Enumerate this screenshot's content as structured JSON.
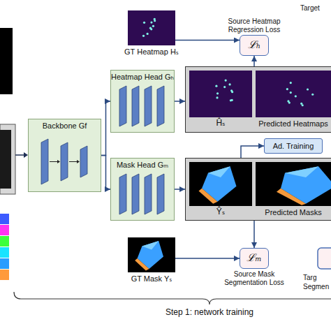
{
  "diagram": {
    "nodes": [
      {
        "text": [
          "GT Heatmap Hₛ"
        ]
      },
      {
        "text": [
          "ℒₕ",
          "Source Heatmap Regression Loss"
        ]
      },
      {
        "text": [
          "Backbone Gf"
        ]
      },
      {
        "text": [
          "Heatmap Head Gₕ"
        ]
      },
      {
        "text": [
          "Mask Head Gₘ"
        ]
      },
      {
        "text": [
          "Ĥₛ",
          "Predicted Heatmaps"
        ]
      },
      {
        "text": [
          "Ad. Training"
        ]
      },
      {
        "text": [
          "Ŷₛ",
          "Predicted Masks"
        ]
      },
      {
        "text": [
          "GT Mask Yₛ"
        ]
      },
      {
        "text": [
          "ℒₘ",
          "Source Mask Segmentation Loss"
        ]
      }
    ],
    "edges": [
      {
        "from": 2,
        "to": 3,
        "arrow": "to"
      },
      {
        "from": 2,
        "to": 4,
        "arrow": "to"
      },
      {
        "from": 3,
        "to": 5,
        "arrow": "to"
      },
      {
        "from": 4,
        "to": 7,
        "arrow": "to"
      },
      {
        "from": 0,
        "to": 1,
        "arrow": "to"
      },
      {
        "from": 5,
        "to": 1,
        "arrow": "to"
      },
      {
        "from": 7,
        "to": 6,
        "arrow": "to"
      },
      {
        "from": 7,
        "to": 9,
        "arrow": "to"
      },
      {
        "from": 8,
        "to": 9,
        "arrow": "to"
      }
    ],
    "labels": [
      "Target",
      "Targ",
      "Segmen",
      "Step 1: network training"
    ]
  }
}
